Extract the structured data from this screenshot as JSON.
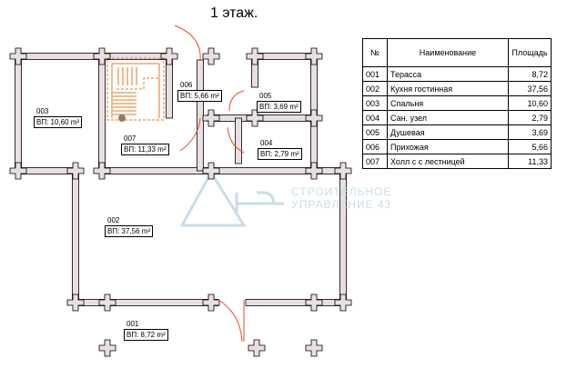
{
  "title": "1 этаж.",
  "watermark": {
    "line1": "СТРОИТЕЛЬНОЕ",
    "line2": "УПРАВЛЕНИЕ 43"
  },
  "rooms": [
    {
      "num": "001",
      "area": "ВП: 8,72 m²"
    },
    {
      "num": "002",
      "area": "ВП: 37,56 m²"
    },
    {
      "num": "003",
      "area": "ВП: 10,60 m²"
    },
    {
      "num": "004",
      "area": "ВП: 2,79 m²"
    },
    {
      "num": "005",
      "area": "ВП: 3,69 m²"
    },
    {
      "num": "006",
      "area": "ВП: 5,66 m²"
    },
    {
      "num": "007",
      "area": "ВП: 11,33 m²"
    }
  ],
  "table": {
    "headers": [
      "№",
      "Наименование",
      "Площадь"
    ],
    "rows": [
      [
        "001",
        "Терасса",
        "8,72"
      ],
      [
        "002",
        "Кухня гостинная",
        "37,56"
      ],
      [
        "003",
        "Спальня",
        "10,60"
      ],
      [
        "004",
        "Сан. узел",
        "2,79"
      ],
      [
        "005",
        "Душевая",
        "3,69"
      ],
      [
        "006",
        "Прихожая",
        "5,66"
      ],
      [
        "007",
        "Холл с с лестницей",
        "11,33"
      ]
    ]
  },
  "colors": {
    "wall": "#000000",
    "wall_fill": "#e9dfe3",
    "stair": "#e07a2a",
    "door": "#e04e2a",
    "watermark": "#c9dde9"
  }
}
